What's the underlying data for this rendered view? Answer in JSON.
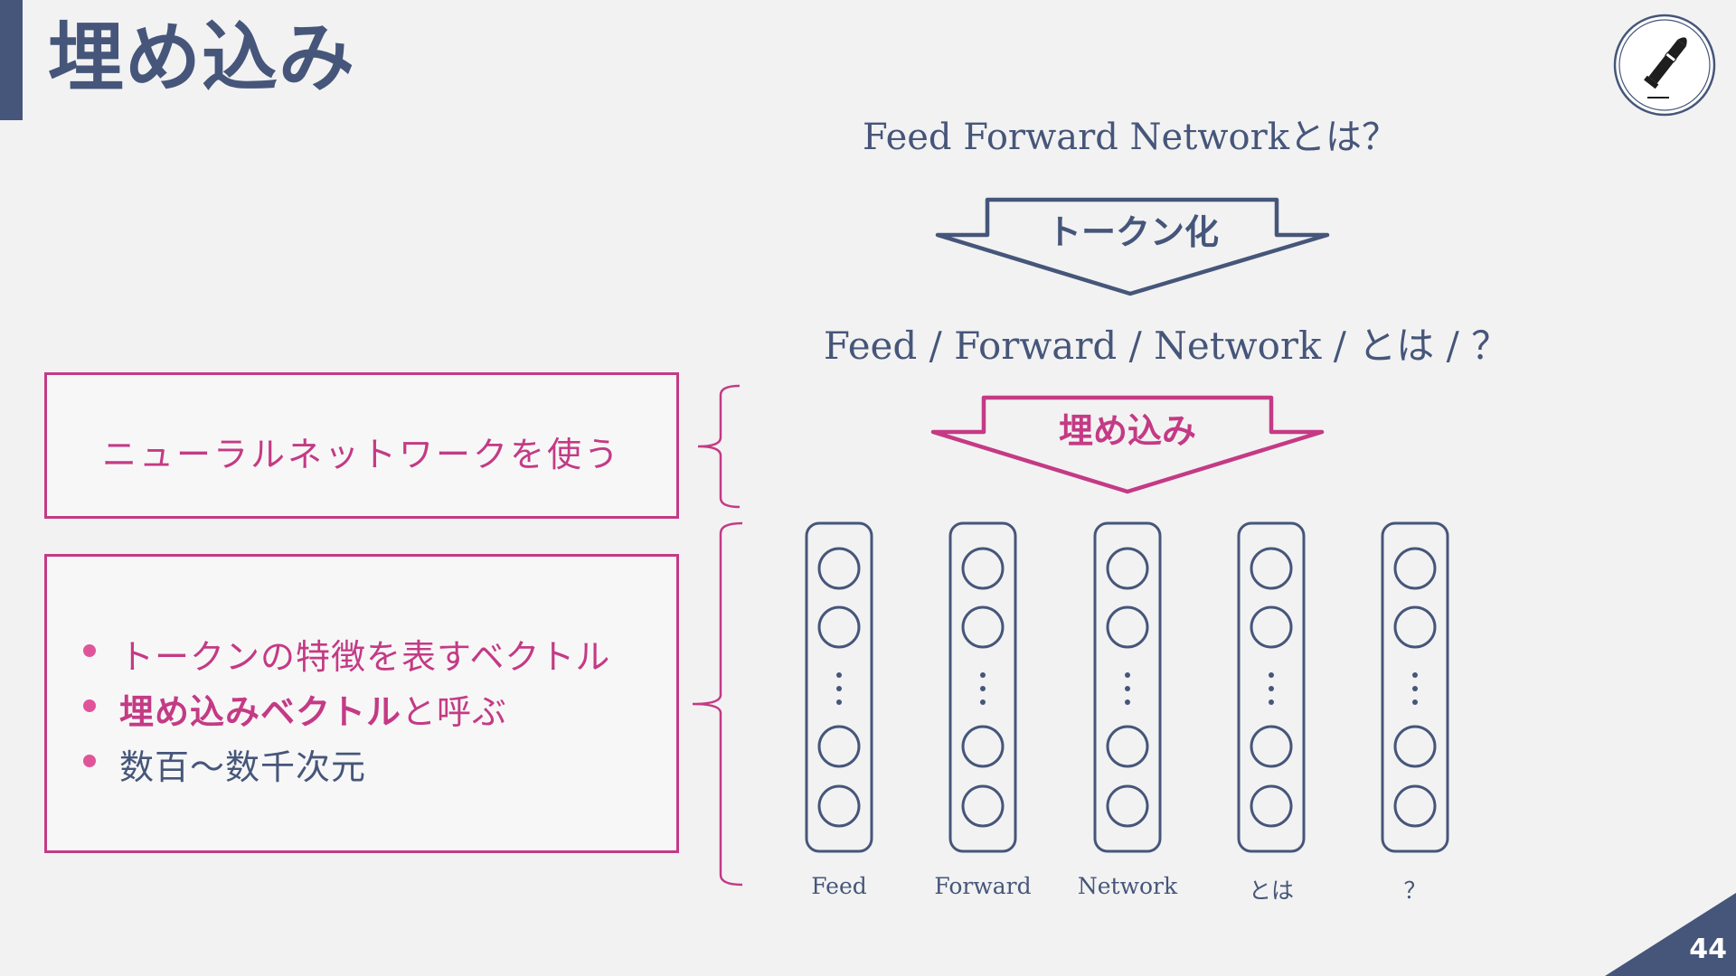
{
  "title": "埋め込み",
  "heading": "Feed Forward Networkとは？",
  "tokenize_label": "トークン化",
  "tokenized_text": "Feed / Forward / Network / とは / ？",
  "embed_label": "埋め込み",
  "box1_text": "ニューラルネットワークを使う",
  "bullets": [
    "トークンの特徴を表すベクトル",
    "埋め込みベクトルと呼ぶ",
    "数百～数千次元"
  ],
  "bullet_parts": {
    "b2_strong": "埋め込みベクトル",
    "b2_rest": "と呼ぶ"
  },
  "tokens": [
    "Feed",
    "Forward",
    "Network",
    "とは",
    "？"
  ],
  "page_number": "44",
  "colors": {
    "navy": "#46567a",
    "accent": "#c43a85",
    "bullet_dot": "#e0559a",
    "background": "#f2f2f2"
  },
  "icons": {
    "logo": "bullet-icon"
  }
}
